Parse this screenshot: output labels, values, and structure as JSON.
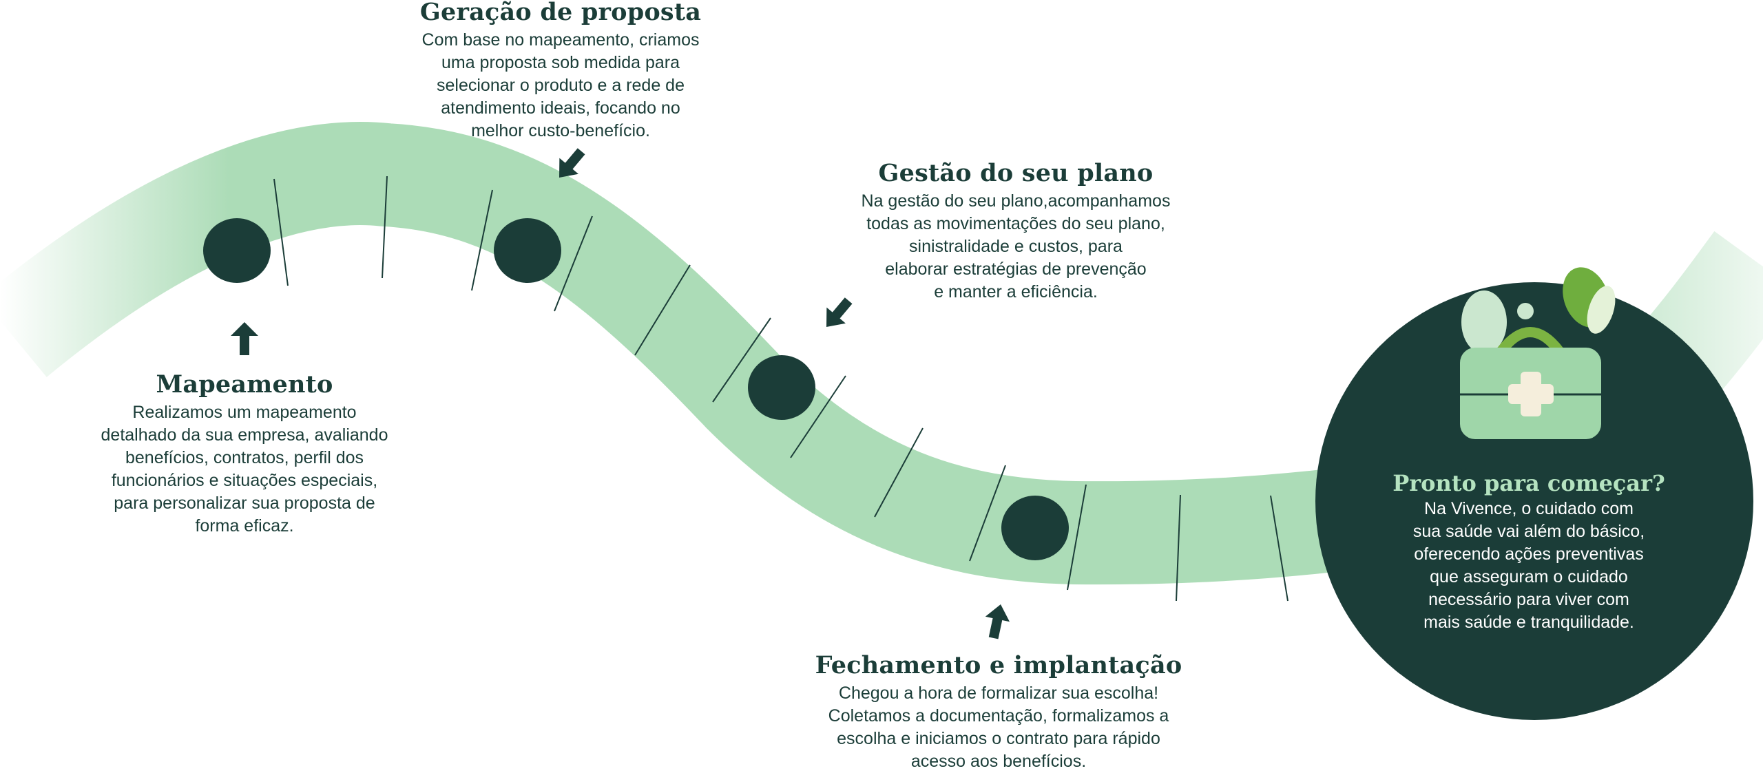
{
  "colors": {
    "road": "#acdcb7",
    "road_dark": "#1b3d38",
    "accent_light": "#b5e3c0",
    "kit_green": "#7cb342"
  },
  "steps": [
    {
      "id": "mapeamento",
      "title": "Mapeamento",
      "text": "Realizamos um mapeamento\ndetalhado da sua empresa, avaliando\nbenefícios, contratos, perfil dos\nfuncionários e situações especiais,\npara personalizar sua proposta de\nforma eficaz."
    },
    {
      "id": "geracao",
      "title": "Geração de proposta",
      "text": "Com base no mapeamento, criamos\numa proposta sob medida para\nselecionar o produto e a rede de\natendimento ideais, focando no\nmelhor custo-benefício."
    },
    {
      "id": "gestao",
      "title": "Gestão do seu plano",
      "text": "Na gestão do seu plano,acompanhamos\ntodas as movimentações do seu plano,\nsinistralidade e custos, para\nelaborar estratégias de prevenção\ne manter a eficiência."
    },
    {
      "id": "fechamento",
      "title": "Fechamento e implantação",
      "text": "Chegou a hora de formalizar sua escolha!\nColetamos a documentação, formalizamos a\nescolha e iniciamos o contrato para rápido\nacesso aos benefícios."
    }
  ],
  "cta": {
    "title": "Pronto para começar?",
    "text": "Na Vivence, o cuidado com\nsua saúde vai além do básico,\noferecendo ações preventivas\nque asseguram o cuidado\nnecessário para viver com\nmais saúde e tranquilidade."
  }
}
